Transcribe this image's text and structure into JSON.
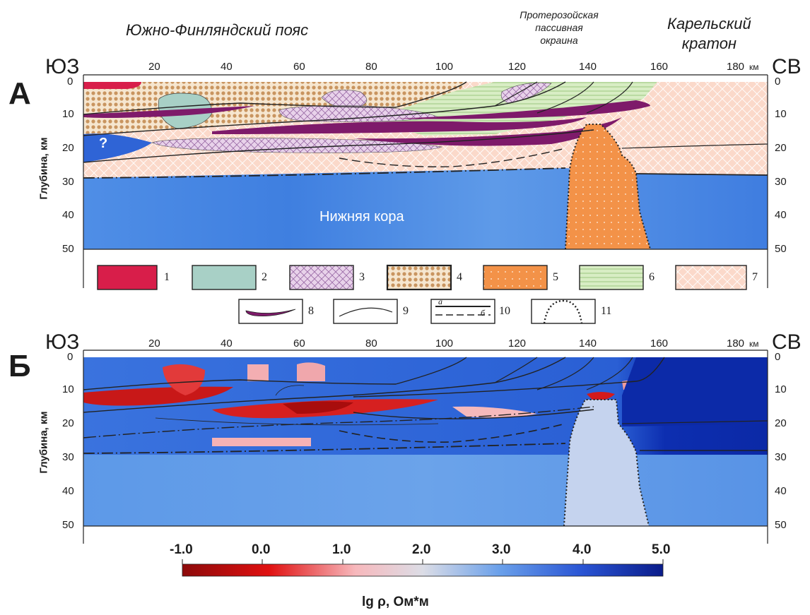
{
  "header": {
    "region_left": "Южно-Финляндский пояс",
    "region_mid": [
      "Протерозойская",
      "пассивная",
      "окраина"
    ],
    "region_right": [
      "Карельский",
      "кратон"
    ]
  },
  "panel_a": {
    "letter": "А",
    "dir_left": "ЮЗ",
    "dir_right": "СВ",
    "y_title": "Глубина, км",
    "x_ticks": [
      "20",
      "40",
      "60",
      "80",
      "100",
      "120",
      "140",
      "160",
      "180"
    ],
    "x_unit": "км",
    "y_ticks": [
      "0",
      "10",
      "20",
      "30",
      "40",
      "50"
    ],
    "lower_crust_label": "Нижняя кора",
    "question_mark": "?"
  },
  "legend": {
    "items": [
      {
        "num": "1",
        "fill": "#d81e4a"
      },
      {
        "num": "2",
        "fill": "#a8d0c6"
      },
      {
        "num": "3",
        "fill": "#e6cfe8"
      },
      {
        "num": "4",
        "fill": "#d7b48a"
      },
      {
        "num": "5",
        "fill": "#f0914a"
      },
      {
        "num": "6",
        "fill": "#d4eac0"
      },
      {
        "num": "7",
        "fill": "#fbd6c6"
      },
      {
        "num": "8"
      },
      {
        "num": "9"
      },
      {
        "num": "10",
        "sub_a": "а",
        "sub_b": "б"
      },
      {
        "num": "11"
      }
    ]
  },
  "panel_b": {
    "letter": "Б",
    "dir_left": "ЮЗ",
    "dir_right": "СВ",
    "y_title": "Глубина, км",
    "x_ticks": [
      "20",
      "40",
      "60",
      "80",
      "100",
      "120",
      "140",
      "160",
      "180"
    ],
    "x_unit": "км",
    "y_ticks": [
      "0",
      "10",
      "20",
      "30",
      "40",
      "50"
    ]
  },
  "colorbar": {
    "labels": [
      "-1.0",
      "0.0",
      "1.0",
      "2.0",
      "3.0",
      "4.0",
      "5.0"
    ],
    "title": "lg ρ, Ом*м"
  }
}
